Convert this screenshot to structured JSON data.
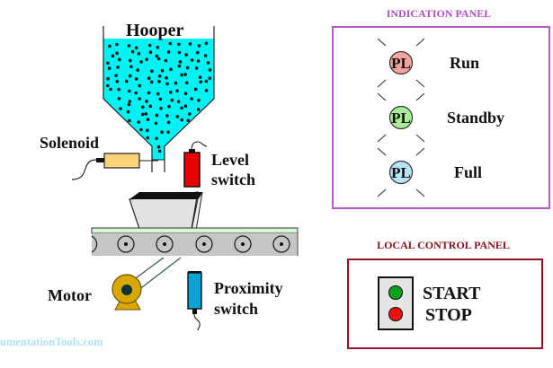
{
  "process": {
    "hopper_label": "Hooper",
    "solenoid_label": "Solenoid",
    "level_switch_label_line1": "Level",
    "level_switch_label_line2": "switch",
    "motor_label": "Motor",
    "proximity_switch_label_line1": "Proximity",
    "proximity_switch_label_line2": "switch",
    "watermark": "umentationTools.com"
  },
  "indication_panel": {
    "title": "INDICATION PANEL",
    "lamps": [
      {
        "symbol": "PL",
        "label": "Run",
        "color": "#f5a49b"
      },
      {
        "symbol": "PL",
        "label": "Standby",
        "color": "#a8ee98"
      },
      {
        "symbol": "PL",
        "label": "Full",
        "color": "#b7e4f7"
      }
    ]
  },
  "local_control_panel": {
    "title": "LOCAL CONTROL PANEL",
    "buttons": [
      {
        "label": "START",
        "color": "#0aa01e"
      },
      {
        "label": "STOP",
        "color": "#f20d0d"
      }
    ]
  },
  "colors": {
    "hopper_fill": "#00f2f2",
    "solenoid": "#fbd27a",
    "level_switch": "#e80000",
    "proximity_switch": "#0aa3d6",
    "motor": "#d9a800",
    "conveyor_belt": "#c6c6c6",
    "conveyor_top": "#d6f5d6",
    "indication_border": "#b45dc8",
    "indication_title": "#b04fc2",
    "local_border": "#9b1226",
    "local_title": "#8c1020",
    "watermark": "#aee3f3"
  }
}
